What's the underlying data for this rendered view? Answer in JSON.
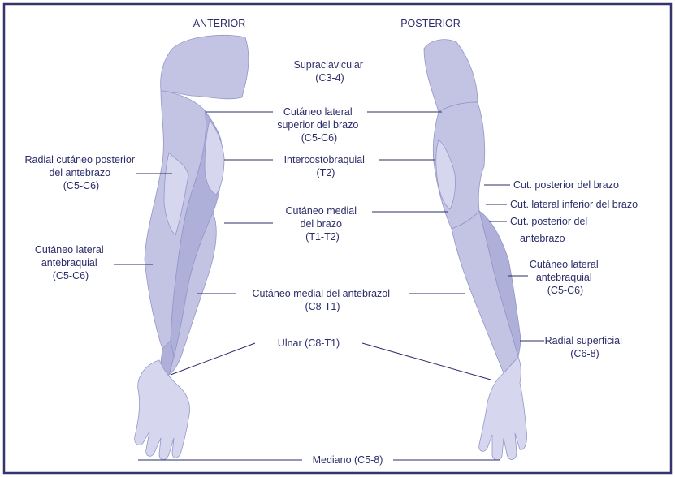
{
  "views": {
    "anterior": "ANTERIOR",
    "posterior": "POSTERIOR"
  },
  "labels": {
    "supraclavicular": [
      "Supraclavicular",
      "(C3-4)"
    ],
    "cut_lat_sup": [
      "Cutáneo lateral",
      "superior del brazo",
      "(C5-C6)"
    ],
    "radial_cut_post": [
      "Radial cutáneo posterior",
      "del antebrazo",
      "(C5-C6)"
    ],
    "intercostobraquial": [
      "Intercostobraquial",
      "(T2)"
    ],
    "cut_medial_brazo": [
      "Cutáneo medial",
      "del brazo",
      "(T1-T2)"
    ],
    "cut_lat_antebraquial_ant": [
      "Cutáneo lateral",
      "antebraquial",
      "(C5-C6)"
    ],
    "cut_medial_antebrazo": [
      "Cutáneo medial del antebrazol",
      "(C8-T1)"
    ],
    "ulnar": [
      "Ulnar (C8-T1)"
    ],
    "mediano": [
      "Mediano (C5-8)"
    ],
    "cut_post_brazo": [
      "Cut. posterior del brazo"
    ],
    "cut_lat_inf_brazo": [
      "Cut. lateral inferior del brazo"
    ],
    "cut_post_antebrazo": [
      "Cut. posterior del",
      "antebrazo"
    ],
    "cut_lat_antebraquial_post": [
      "Cutáneo lateral",
      "antebraquial",
      "(C5-C6)"
    ],
    "radial_superficial": [
      "Radial superficial",
      "(C6-8)"
    ]
  },
  "colors": {
    "frame": "#34346e",
    "text": "#2b2d6a",
    "leader": "#2b2d6a",
    "skin_light": "#d6d7ee",
    "skin_mid": "#c3c4e4",
    "skin_dark": "#aeb0da",
    "outline": "#9496c8"
  }
}
